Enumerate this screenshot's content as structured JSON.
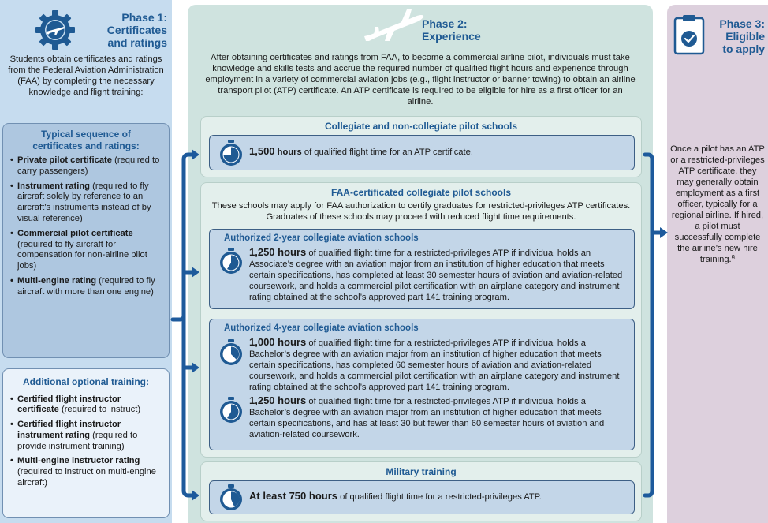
{
  "phase1": {
    "icon": "airplane-gear-icon",
    "title_line1": "Phase 1:",
    "title_line2": "Certificates",
    "title_line3": "and ratings",
    "intro": "Students obtain certificates and ratings from the Federal Aviation Administration (FAA) by completing the necessary knowledge and flight training:",
    "typical": {
      "heading_line1": "Typical sequence of",
      "heading_line2": "certificates and ratings:",
      "items": [
        {
          "bold": "Private pilot certificate",
          "text": " (required to carry passengers)"
        },
        {
          "bold": "Instrument rating",
          "text": " (required to fly aircraft solely by reference to an aircraft’s instruments instead of by visual reference)"
        },
        {
          "bold": "Commercial pilot certificate",
          "text": " (required to fly aircraft for compensation for non-airline pilot jobs)"
        },
        {
          "bold": "Multi-engine rating",
          "text": " (required to fly aircraft with more than one engine)"
        }
      ]
    },
    "optional": {
      "heading": "Additional optional training:",
      "items": [
        {
          "bold": "Certified flight instructor certificate",
          "text": " (required to instruct)"
        },
        {
          "bold": "Certified flight instructor instrument rating",
          "text": " (required to provide instrument training)"
        },
        {
          "bold": "Multi-engine instructor rating",
          "text": " (required to instruct on multi-engine aircraft)"
        }
      ]
    }
  },
  "phase2": {
    "icon": "airplane-icon",
    "title_line1": "Phase 2:",
    "title_line2": "Experience",
    "intro": "After obtaining certificates and ratings from FAA, to become a commercial airline pilot, individuals must take knowledge and skills tests and accrue the required number of qualified flight hours and experience through employment in a variety of commercial aviation jobs (e.g., flight instructor or banner towing) to obtain an airline transport pilot (ATP) certificate. An ATP certificate is required to be eligible for hire as a first officer for an airline.",
    "collegiate": {
      "title": "Collegiate and non-collegiate pilot schools",
      "hours": "1,500",
      "hours_unit": "hours",
      "text": " of qualified flight time for an ATP certificate."
    },
    "faa": {
      "title": "FAA-certificated collegiate pilot schools",
      "desc": "These schools may apply for FAA authorization to certify graduates for restricted-privileges ATP certificates. Graduates of these schools may proceed with reduced flight time requirements.",
      "two_year": {
        "heading": "Authorized 2-year collegiate aviation schools",
        "hours": "1,250 hours",
        "text": " of qualified flight time for a restricted-privileges ATP if individual holds an Associate’s degree with an aviation major from an institution of higher education that meets certain specifications, has completed at least 30 semester hours of aviation and aviation-related coursework, and holds a commercial pilot certification with an airplane category and instrument rating obtained at the school’s approved part 141 training program."
      },
      "four_year": {
        "heading": "Authorized 4-year collegiate aviation schools",
        "entry1_hours": "1,000 hours",
        "entry1_text": " of qualified flight time for a restricted-privileges ATP if individual holds a Bachelor’s degree with an aviation major from an institution of higher education that meets certain specifications, has completed 60 semester hours of aviation and aviation-related coursework, and holds a commercial pilot certification with an airplane category and instrument rating obtained at the school’s approved part 141 training program.",
        "entry2_hours": "1,250 hours",
        "entry2_text": " of qualified flight time for a restricted-privileges ATP if individual holds a Bachelor’s degree with an aviation major from an institution of higher education that meets certain specifications, and has at least 30 but fewer than 60 semester hours of aviation and aviation-related coursework."
      }
    },
    "military": {
      "title": "Military training",
      "hours": "At least 750 hours",
      "text": " of qualified flight time for a restricted-privileges ATP."
    }
  },
  "phase3": {
    "icon": "clipboard-check-icon",
    "title_line1": "Phase 3:",
    "title_line2": "Eligible",
    "title_line3": "to apply",
    "text": "Once a pilot has an ATP or a restricted-privileges ATP certificate, they may generally obtain employment as a first officer, typically for a regional airline. If hired, a pilot must successfully complete the airline’s new hire training.",
    "footnote": "a"
  },
  "colors": {
    "accent_blue": "#1f5a93",
    "arrow_blue": "#1d5a9c",
    "phase1_bg": "#c6dcef",
    "phase2_bg": "#cfe3df",
    "phase3_bg": "#ddd0dd"
  }
}
